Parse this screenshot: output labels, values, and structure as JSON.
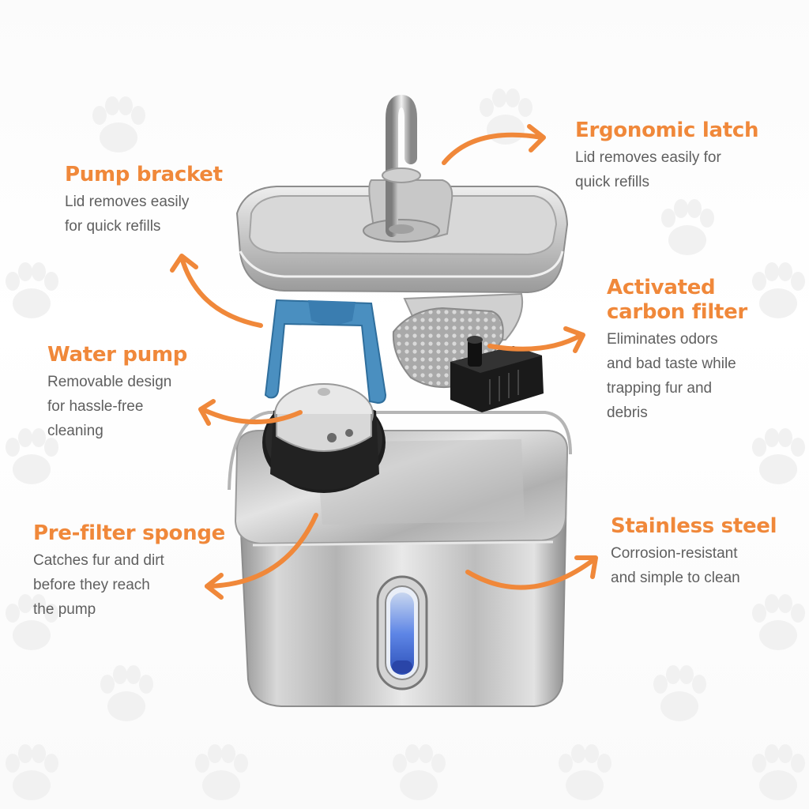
{
  "colors": {
    "accent": "#f0883a",
    "text": "#5f5f5f",
    "steel": "#c9c9c9",
    "bracket_blue": "#4a8fc0",
    "water_blue": "#4f7ee8"
  },
  "callouts": {
    "ergonomic_latch": {
      "title": "Ergonomic latch",
      "desc_lines": [
        "Lid removes easily for",
        "quick refills"
      ]
    },
    "pump_bracket": {
      "title": "Pump bracket",
      "desc_lines": [
        "Lid removes easily",
        "for quick refills"
      ]
    },
    "activated_carbon_filter": {
      "title_lines": [
        "Activated",
        "carbon filter"
      ],
      "desc_lines": [
        "Eliminates odors",
        "and bad taste while",
        "trapping fur and",
        "debris"
      ]
    },
    "water_pump": {
      "title": "Water pump",
      "desc_lines": [
        "Removable design",
        "for hassle-free",
        "cleaning"
      ]
    },
    "pre_filter_sponge": {
      "title": "Pre-filter sponge",
      "desc_lines": [
        "Catches fur and dirt",
        "before they reach",
        "the pump"
      ]
    },
    "stainless_steel": {
      "title": "Stainless steel",
      "desc_lines": [
        "Corrosion-resistant",
        "and simple to clean"
      ]
    }
  },
  "icons": {
    "arrow": "curved-arrow-icon",
    "paw": "paw-print-icon"
  }
}
